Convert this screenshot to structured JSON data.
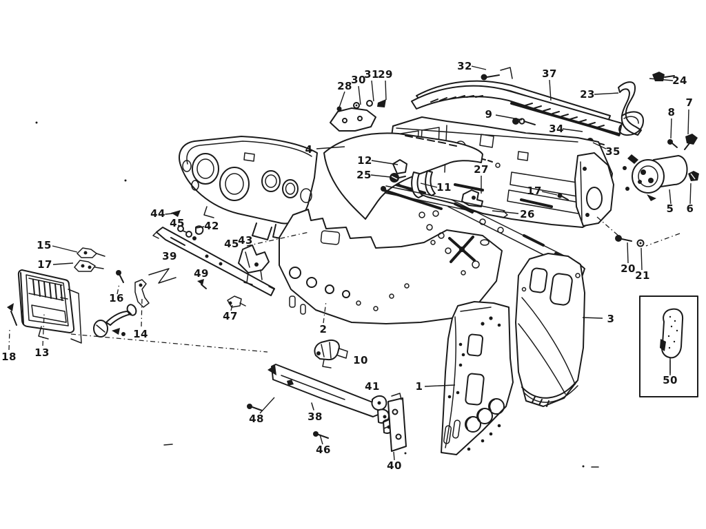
{
  "figure": {
    "type": "exploded-parts-diagram",
    "background_color": "#ffffff",
    "ink_color": "#1a1a1a"
  },
  "inset_box": {
    "part_label": "50"
  },
  "callouts": [
    {
      "text": "28"
    },
    {
      "text": "30"
    },
    {
      "text": "31"
    },
    {
      "text": "29"
    },
    {
      "text": "32"
    },
    {
      "text": "37"
    },
    {
      "text": "23"
    },
    {
      "text": "24"
    },
    {
      "text": "9"
    },
    {
      "text": "34"
    },
    {
      "text": "35"
    },
    {
      "text": "8"
    },
    {
      "text": "7"
    },
    {
      "text": "4"
    },
    {
      "text": "12"
    },
    {
      "text": "25"
    },
    {
      "text": "11"
    },
    {
      "text": "27"
    },
    {
      "text": "17"
    },
    {
      "text": "26"
    },
    {
      "text": "5"
    },
    {
      "text": "6"
    },
    {
      "text": "44"
    },
    {
      "text": "45"
    },
    {
      "text": "42"
    },
    {
      "text": "45"
    },
    {
      "text": "43"
    },
    {
      "text": "39"
    },
    {
      "text": "15"
    },
    {
      "text": "17"
    },
    {
      "text": "49"
    },
    {
      "text": "16"
    },
    {
      "text": "47"
    },
    {
      "text": "14"
    },
    {
      "text": "2"
    },
    {
      "text": "13"
    },
    {
      "text": "18"
    },
    {
      "text": "20"
    },
    {
      "text": "21"
    },
    {
      "text": "3"
    },
    {
      "text": "10"
    },
    {
      "text": "41"
    },
    {
      "text": "1"
    },
    {
      "text": "48"
    },
    {
      "text": "38"
    },
    {
      "text": "46"
    },
    {
      "text": "40"
    },
    {
      "text": "50"
    }
  ]
}
